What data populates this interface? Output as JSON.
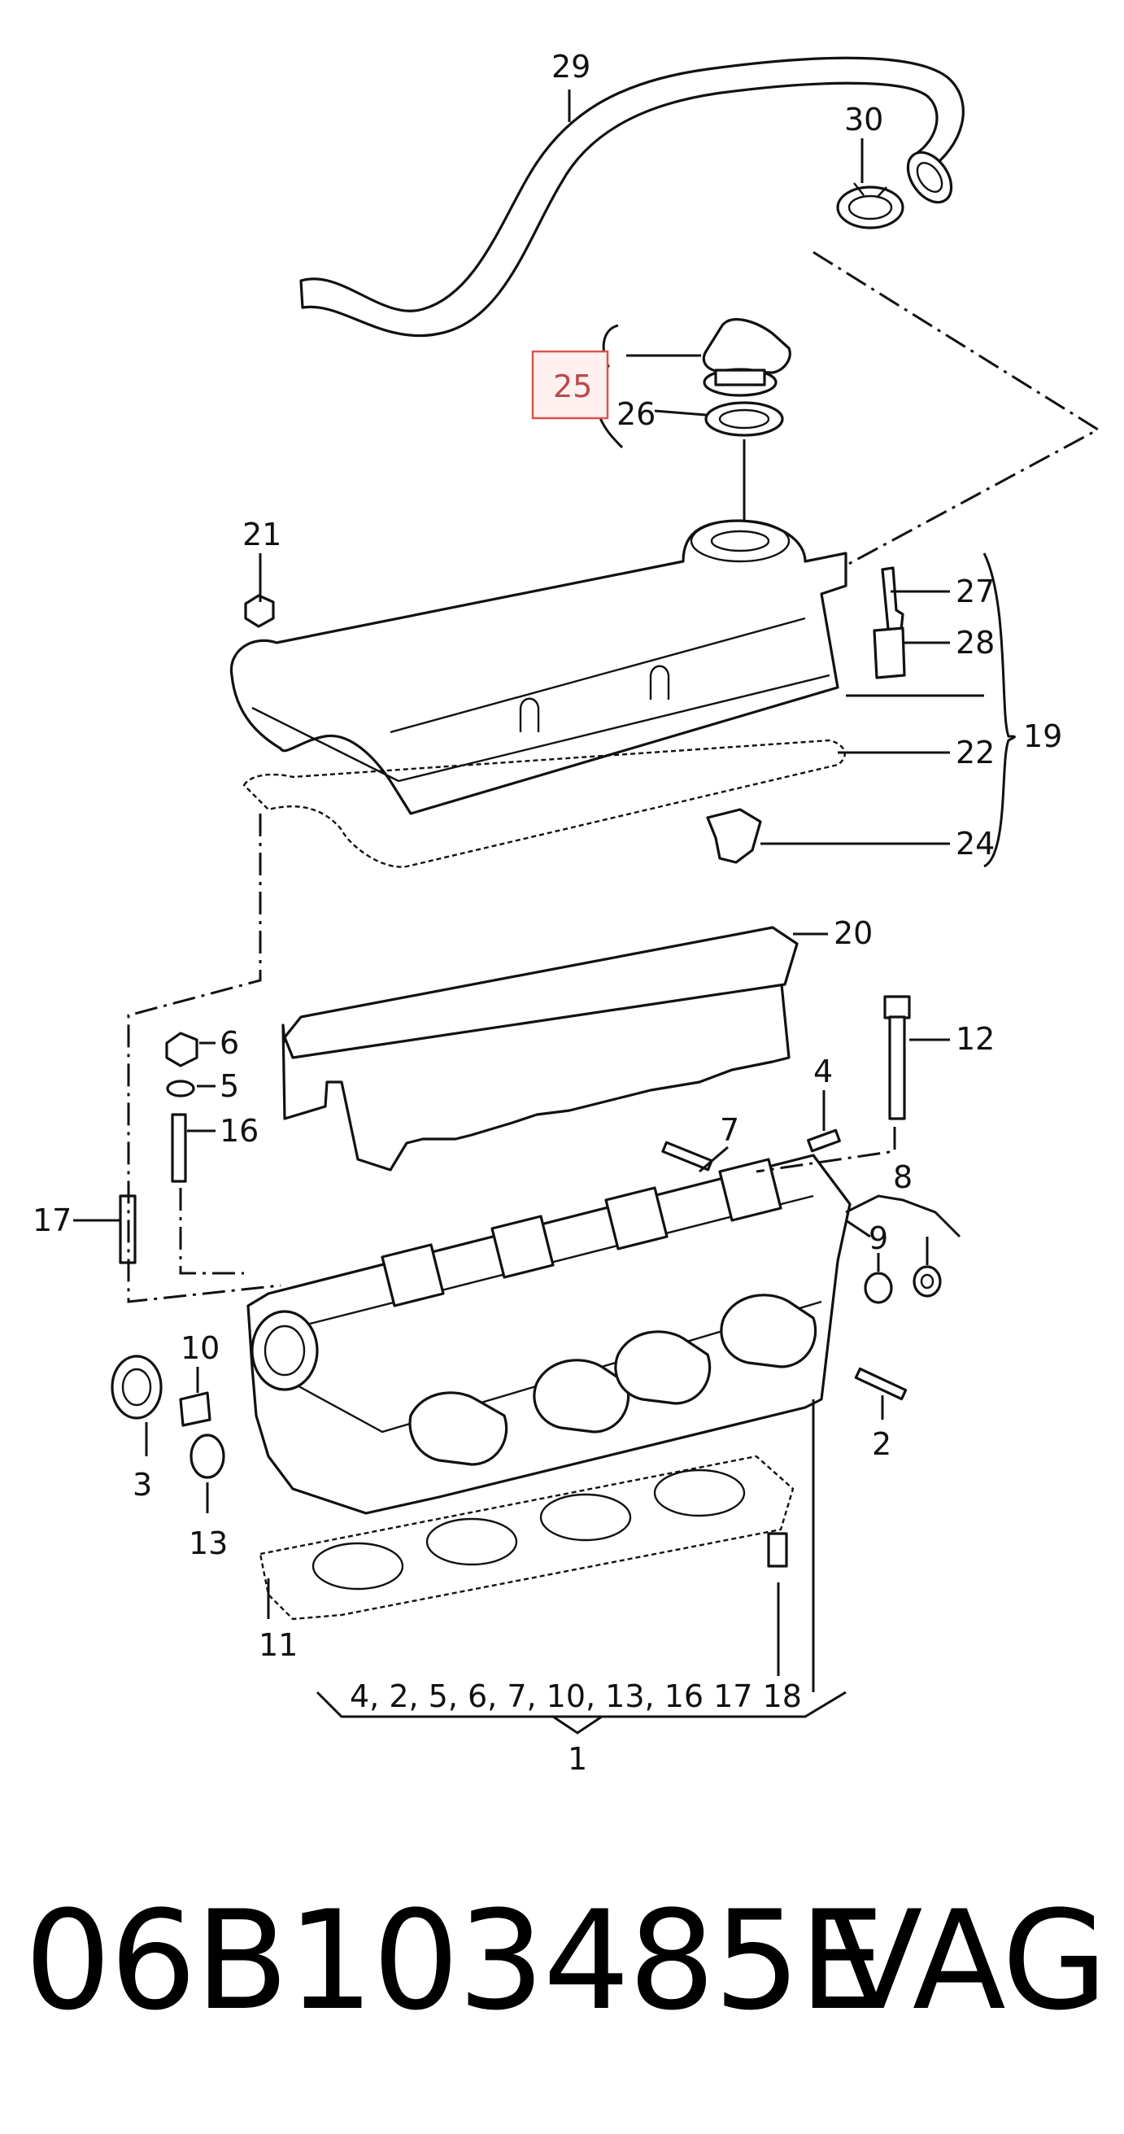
{
  "callouts": {
    "c1": "1",
    "c2": "2",
    "c3": "3",
    "c4": "4",
    "c5": "5",
    "c6": "6",
    "c7": "7",
    "c8": "8",
    "c9": "9",
    "c10": "10",
    "c11": "11",
    "c12": "12",
    "c13": "13",
    "c16": "16",
    "c17": "17",
    "c19": "19",
    "c20": "20",
    "c21": "21",
    "c22": "22",
    "c24": "24",
    "c25": "25",
    "c26": "26",
    "c27": "27",
    "c28": "28",
    "c29": "29",
    "c30": "30"
  },
  "assembly_list": "4, 2, 5, 6, 7,  10, 13, 16 17 18",
  "highlight_color": "#d9534f",
  "footer": {
    "part_number": "06B103485E",
    "brand": "VAG"
  }
}
